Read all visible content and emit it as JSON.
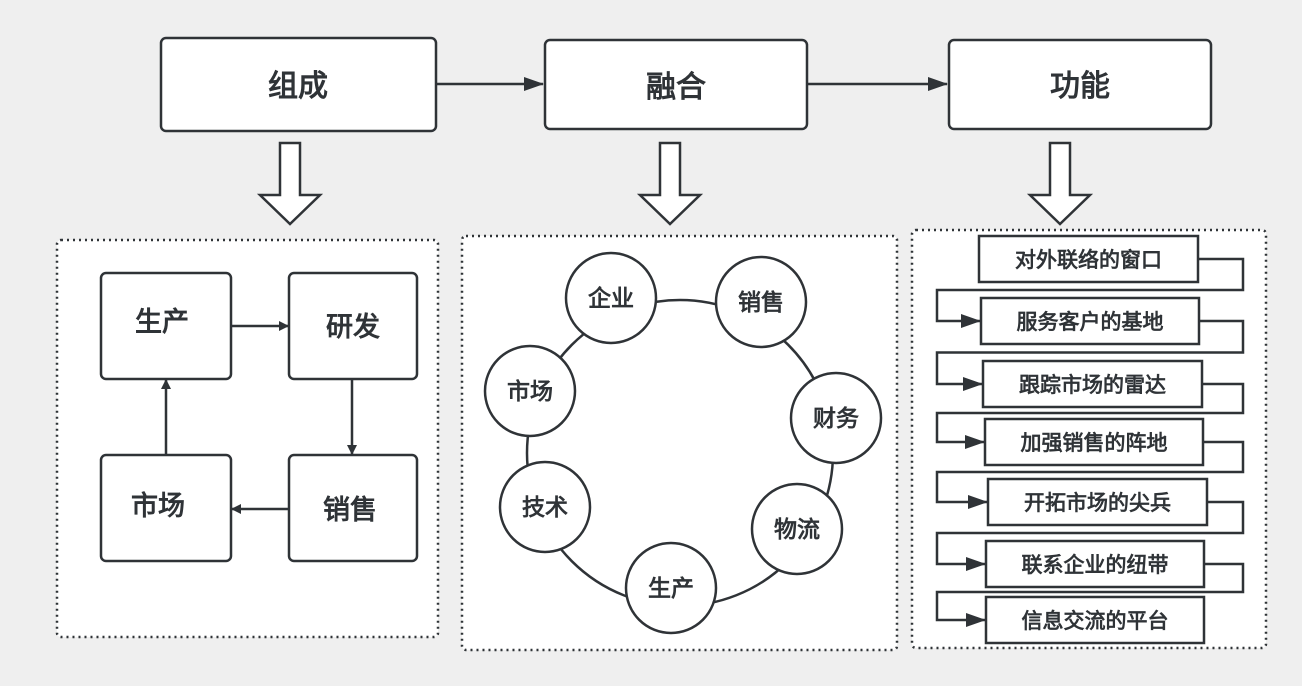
{
  "diagram": {
    "stages": [
      {
        "label": "组成"
      },
      {
        "label": "融合"
      },
      {
        "label": "功能"
      }
    ],
    "composition": {
      "nodes": [
        "生产",
        "研发",
        "销售",
        "市场"
      ],
      "flow": [
        "生产 → 研发",
        "研发 → 销售",
        "销售 → 市场",
        "市场 → 生产"
      ]
    },
    "fusion": {
      "nodes": [
        "企业",
        "销售",
        "财务",
        "物流",
        "生产",
        "技术",
        "市场"
      ]
    },
    "functions": {
      "items": [
        "对外联络的窗口",
        "服务客户的基地",
        "跟踪市场的雷达",
        "加强销售的阵地",
        "开拓市场的尖兵",
        "联系企业的纽带",
        "信息交流的平台"
      ]
    },
    "colors": {
      "background": "#efefef",
      "stroke": "#2f3337",
      "fill": "#ffffff"
    }
  }
}
